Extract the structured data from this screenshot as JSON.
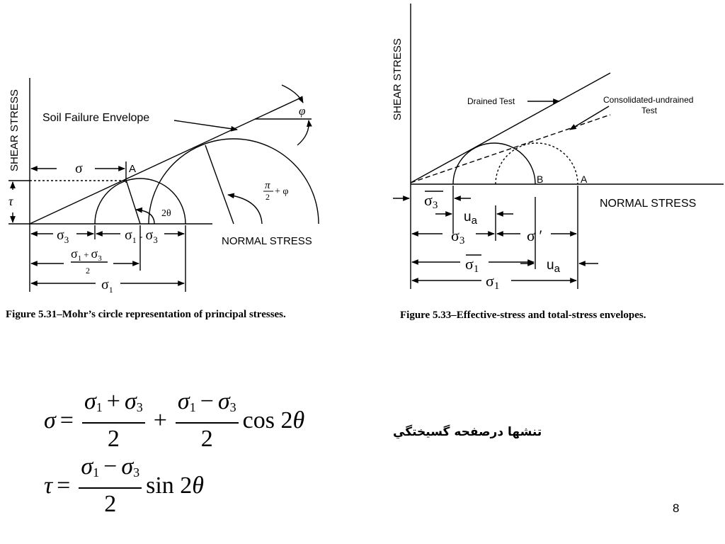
{
  "left_figure": {
    "y_axis_label": "SHEAR STRESS",
    "x_axis_label": "NORMAL STRESS",
    "envelope_label": "Soil Failure Envelope",
    "point_label": "A",
    "phi": "φ",
    "tau": "τ",
    "sigma": "σ",
    "two_theta": "2θ",
    "pi_over_2": "π",
    "two": "2",
    "plus_phi": "+ φ",
    "dim_sigma3": "σ",
    "sub3": "3",
    "sub1": "1",
    "dim_diff": "σ",
    "dash": "-",
    "dim_sum_top": "σ",
    "plus": "+",
    "dim_sigma1": "σ",
    "caption": "Figure 5.31–Mohr’s circle representation of principal stresses."
  },
  "right_figure": {
    "y_axis_label": "SHEAR STRESS",
    "x_axis_label": "NORMAL STRESS",
    "drained_label": "Drained Test",
    "cu_label_line1": "Consolidated-undrained",
    "cu_label_line2": "Test",
    "point_b": "B",
    "point_a": "A",
    "sigma_bar": "σ",
    "sub3": "3",
    "sub1": "1",
    "ua": "u",
    "ua_sub": "a",
    "sigma_prime": "σ ′",
    "caption": "Figure 5.33–Effective-stress and total-stress envelopes."
  },
  "equations": {
    "sigma": "σ",
    "tau": "τ",
    "equals": "=",
    "plus": "+",
    "minus": "−",
    "sub1": "1",
    "sub3": "3",
    "two": "2",
    "cos": "cos 2",
    "sin": "sin 2",
    "theta": "θ"
  },
  "persian_note": "تنشها درصفحه گسیختگي",
  "page_number": "8"
}
